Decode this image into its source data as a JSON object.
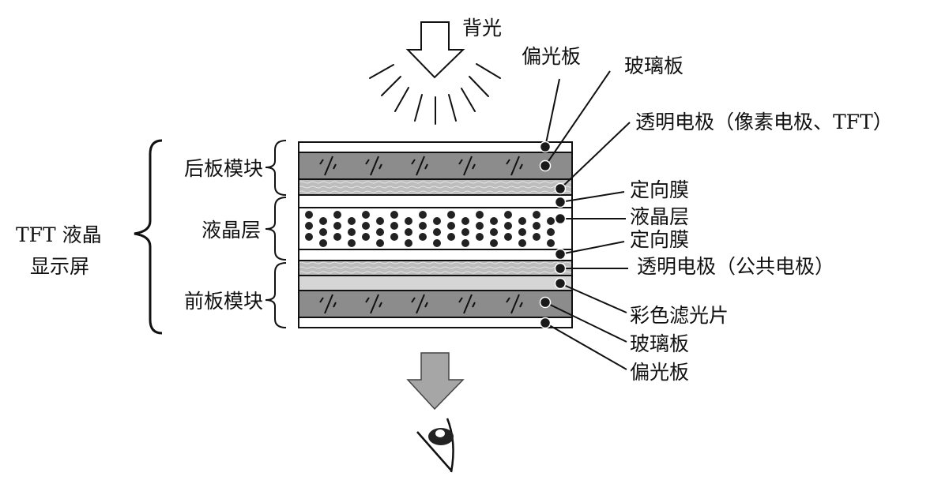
{
  "title": "TFT液晶显示屏结构示意图",
  "backlight_label": "背光",
  "group_label": [
    "TFT 液晶",
    "显示屏"
  ],
  "modules": [
    {
      "label": "后板模块"
    },
    {
      "label": "液晶层"
    },
    {
      "label": "前板模块"
    }
  ],
  "layers": [
    {
      "name": "偏光板",
      "fill": "#ffffff",
      "pattern": "none"
    },
    {
      "name": "玻璃板",
      "fill": "#8c8c8c",
      "pattern": "glass"
    },
    {
      "name": "透明电极（像素电极、TFT）",
      "fill": "#bdbdbd",
      "pattern": "wave"
    },
    {
      "name": "定向膜",
      "fill": "#ffffff",
      "pattern": "none"
    },
    {
      "name": "液晶层",
      "fill": "#ffffff",
      "pattern": "dots"
    },
    {
      "name": "定向膜",
      "fill": "#ffffff",
      "pattern": "none"
    },
    {
      "name": "透明电极（公共电极）",
      "fill": "#bdbdbd",
      "pattern": "wave"
    },
    {
      "name": "彩色滤光片",
      "fill": "#d6d6d6",
      "pattern": "none"
    },
    {
      "name": "玻璃板",
      "fill": "#8c8c8c",
      "pattern": "glass"
    },
    {
      "name": "偏光板",
      "fill": "#ffffff",
      "pattern": "none"
    }
  ],
  "callouts": [
    {
      "text": "偏光板"
    },
    {
      "text": "玻璃板"
    },
    {
      "text": "透明电极（像素电极、TFT）"
    },
    {
      "text": "定向膜"
    },
    {
      "text": "液晶层"
    },
    {
      "text": "定向膜"
    },
    {
      "text": "透明电极（公共电极）"
    },
    {
      "text": "彩色滤光片"
    },
    {
      "text": "玻璃板"
    },
    {
      "text": "偏光板"
    }
  ],
  "icons": {
    "backlight_arrow": "down-arrow-outline-icon",
    "output_arrow": "down-arrow-gray-icon",
    "viewer": "eye-icon"
  },
  "colors": {
    "glass": "#8c8c8c",
    "electrode": "#bdbdbd",
    "color_filter": "#d6d6d6",
    "output_arrow": "#a6a6a6",
    "ink": "#111111"
  }
}
